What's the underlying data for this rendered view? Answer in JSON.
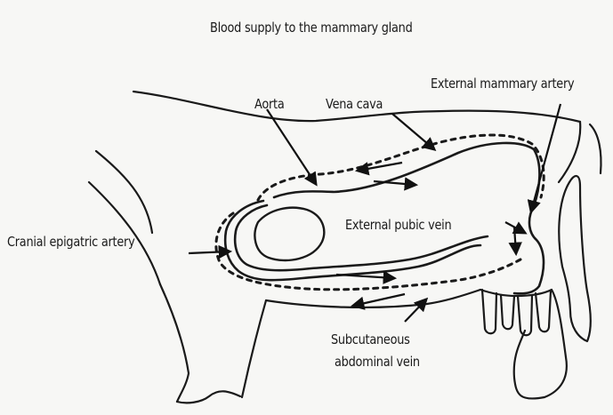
{
  "title": "Blood supply to the mammary gland",
  "labels": {
    "aorta": "Aorta",
    "vena_cava": "Vena cava",
    "external_mammary_artery": "External mammary artery",
    "external_pubic_vein": "External pubic vein",
    "cranial_epigastric_artery": "Cranial epigatric artery",
    "subcutaneous_line1": "Subcutaneous",
    "subcutaneous_line2": "abdominal vein"
  }
}
